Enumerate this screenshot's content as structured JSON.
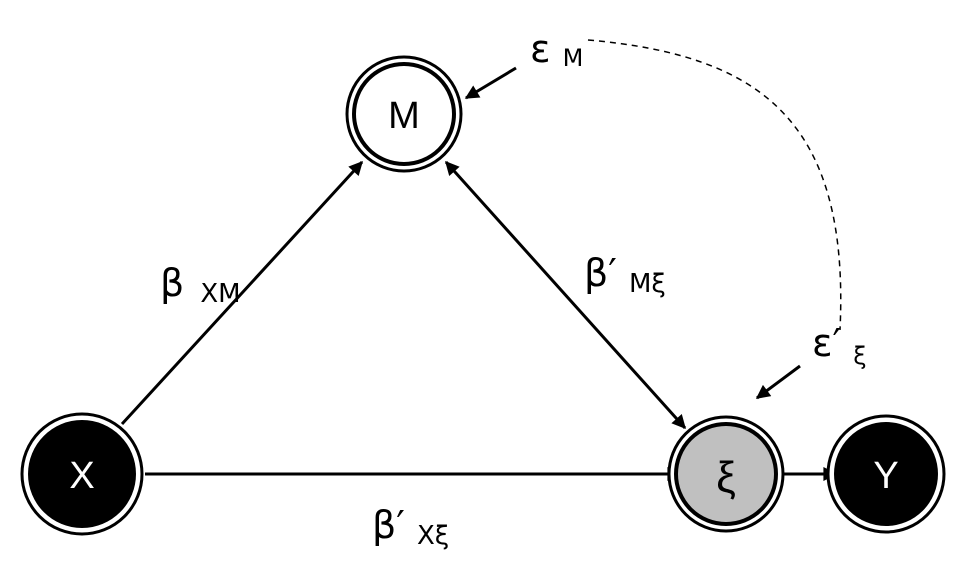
{
  "nodes": {
    "m": {
      "label": "M"
    },
    "x": {
      "label": "X"
    },
    "xi": {
      "label": "ξ"
    },
    "y": {
      "label": "Y"
    }
  },
  "edges": {
    "xm": {
      "symbol": "β",
      "subscript": "XM"
    },
    "mxi": {
      "symbol": "β′",
      "subscript": "Mξ"
    },
    "xxi": {
      "symbol": "β′",
      "subscript": "Xξ"
    }
  },
  "errors": {
    "m": {
      "symbol": "ε",
      "subscript": "M"
    },
    "xi": {
      "symbol": "ε′",
      "subscript": "ξ"
    }
  },
  "colors": {
    "stroke": "#000000",
    "dark_node": "#000000",
    "xi_fill": "#c0c0c0",
    "light_node": "#ffffff"
  }
}
